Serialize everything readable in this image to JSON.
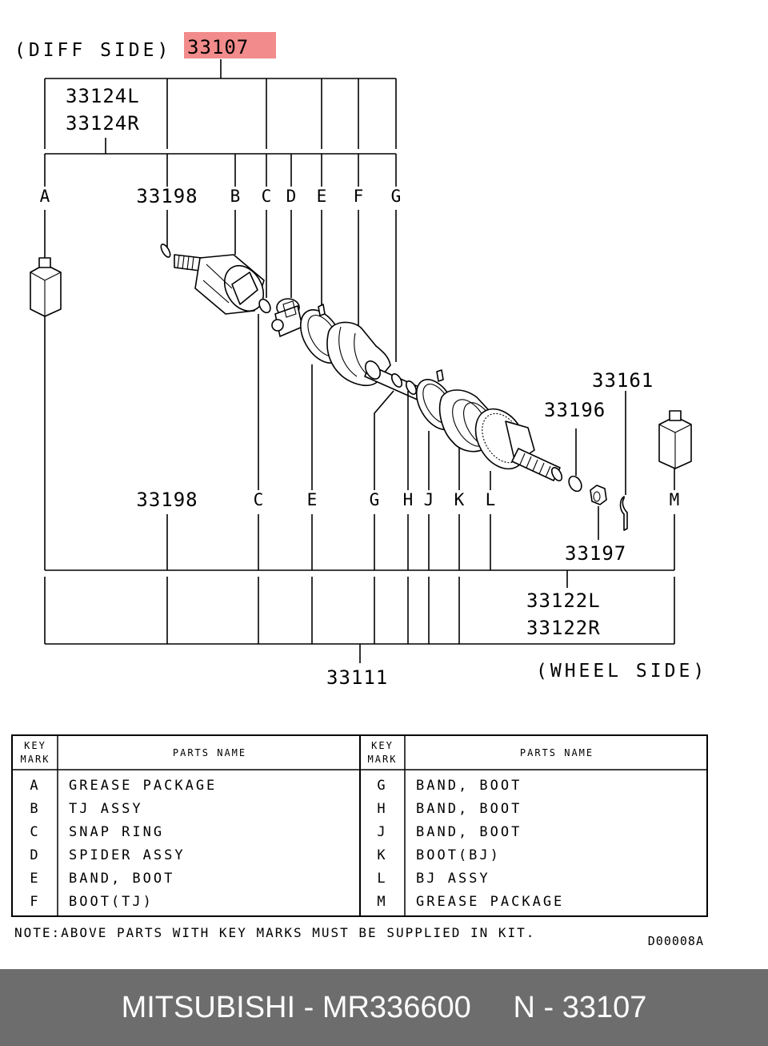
{
  "diagram": {
    "highlight_color": "#f28b8b",
    "title_part": "33107",
    "diff_side": "(DIFF SIDE)",
    "wheel_side": "(WHEEL SIDE)",
    "labels": {
      "p33124L": "33124L",
      "p33124R": "33124R",
      "p33198_top": "33198",
      "p33198_bottom": "33198",
      "p33161": "33161",
      "p33196": "33196",
      "p33197": "33197",
      "p33122L": "33122L",
      "p33122R": "33122R",
      "p33111": "33111"
    },
    "marks_top": [
      "A",
      "B",
      "C",
      "D",
      "E",
      "F",
      "G"
    ],
    "marks_bottom": [
      "C",
      "E",
      "G",
      "H",
      "J",
      "K",
      "L",
      "M"
    ],
    "drawing_code": "D00008A",
    "note": "NOTE:ABOVE PARTS WITH KEY MARKS MUST BE SUPPLIED IN KIT."
  },
  "table": {
    "key_header_1": "KEY",
    "key_header_2": "MARK",
    "name_header": "PARTS NAME",
    "left": [
      {
        "key": "A",
        "name": "GREASE PACKAGE"
      },
      {
        "key": "B",
        "name": "TJ ASSY"
      },
      {
        "key": "C",
        "name": "SNAP RING"
      },
      {
        "key": "D",
        "name": "SPIDER ASSY"
      },
      {
        "key": "E",
        "name": "BAND, BOOT"
      },
      {
        "key": "F",
        "name": "BOOT(TJ)"
      }
    ],
    "right": [
      {
        "key": "G",
        "name": "BAND, BOOT"
      },
      {
        "key": "H",
        "name": "BAND, BOOT"
      },
      {
        "key": "J",
        "name": "BAND, BOOT"
      },
      {
        "key": "K",
        "name": "BOOT(BJ)"
      },
      {
        "key": "L",
        "name": "BJ ASSY"
      },
      {
        "key": "M",
        "name": "GREASE PACKAGE"
      }
    ]
  },
  "footer": {
    "brand": "MITSUBISHI",
    "separator": " - ",
    "part_number": "MR336600",
    "gap": "     ",
    "ref": "N - 33107"
  }
}
